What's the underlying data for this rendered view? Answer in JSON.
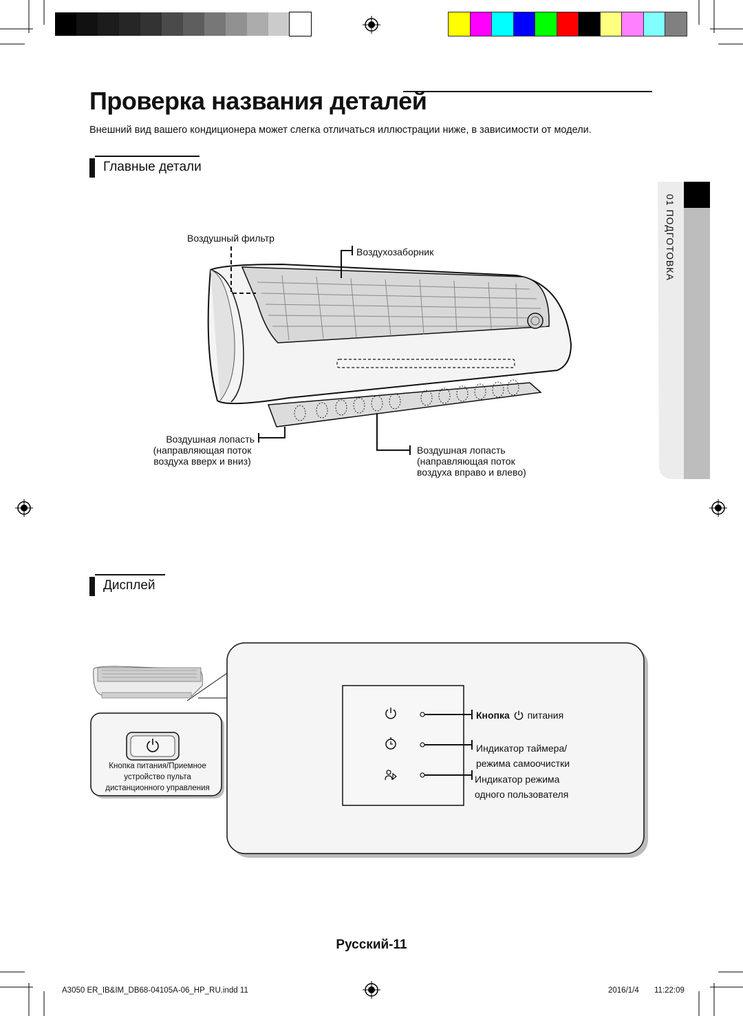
{
  "page": {
    "title": "Проверка названия деталей",
    "subtitle": "Внешний вид вашего кондиционера может слегка отличаться иллюстрации ниже, в зависимости от модели.",
    "page_number": "Русский-11"
  },
  "sections": {
    "main_parts": "Главные детали",
    "display": "Дисплей"
  },
  "sidebar": {
    "chapter": "01  ПОДГОТОВКА"
  },
  "main_parts_labels": {
    "air_filter": "Воздушный фильтр",
    "air_intake": "Воздухозаборник",
    "blade_ud_1": "Воздушная лопасть",
    "blade_ud_2": "(направляющая поток",
    "blade_ud_3": "воздуха вверх и вниз)",
    "blade_lr_1": "Воздушная лопасть",
    "blade_lr_2": "(направляющая поток",
    "blade_lr_3": "воздуха вправо и влево)"
  },
  "display_labels": {
    "power_button_bold": "Кнопка",
    "power_button_rest": "питания",
    "timer_1": "Индикатор таймера/",
    "timer_2": "режима самоочистки",
    "single_1": "Индикатор режима",
    "single_2": "одного пользователя",
    "receiver_1": "Кнопка питания/Приемное",
    "receiver_2": "устройство пульта",
    "receiver_3": "дистанционного управления"
  },
  "footer": {
    "file": "A3050 ER_IB&IM_DB68-04105A-06_HP_RU.indd   11",
    "date": "2016/1/4",
    "time": "11:22:09"
  },
  "colors": {
    "gray_bar": [
      "#000000",
      "#111111",
      "#1c1c1c",
      "#262626",
      "#333333",
      "#4a4a4a",
      "#5e5e5e",
      "#777777",
      "#919191",
      "#acacac",
      "#cbcbcb",
      "#ffffff"
    ],
    "color_bar": [
      "#ffff00",
      "#ff00ff",
      "#00ffff",
      "#0000ff",
      "#00ff00",
      "#ff0000",
      "#000000",
      "#ffff80",
      "#ff80ff",
      "#80ffff",
      "#808080"
    ]
  },
  "icons": {
    "registration": "registration-mark-icon",
    "power": "power-icon",
    "timer": "timer-icon",
    "single_user": "single-user-icon"
  }
}
